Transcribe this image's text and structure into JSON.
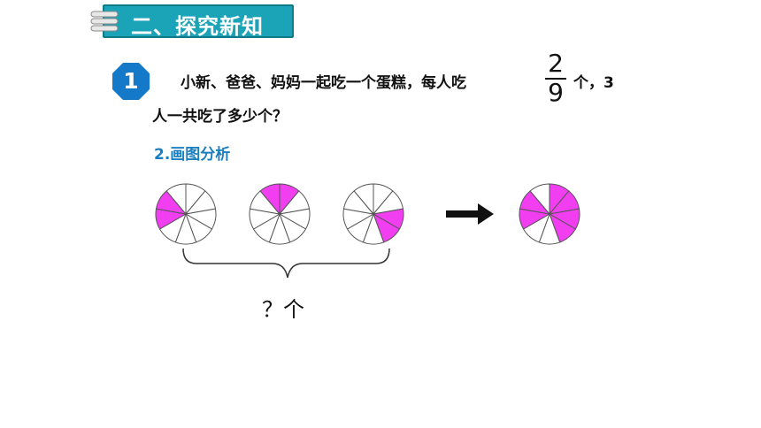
{
  "header": {
    "title": "二、探究新知"
  },
  "question": {
    "number": "1",
    "line1": "小新、爸爸、妈妈一起吃一个蛋糕，每人吃",
    "fraction_numerator": "2",
    "fraction_denominator": "9",
    "line1_tail": "个，3",
    "line2": "人一共吃了多少个？"
  },
  "section_label": "2.画图分析",
  "answer_label": "？个",
  "colors": {
    "accent": "#1ba4b7",
    "badge": "#1479c8",
    "fill": "#f03ef0",
    "subhead": "#1a7fc0"
  },
  "diagram": {
    "slices_per_cake": 9,
    "cakes": [
      {
        "shaded": [
          6,
          7
        ]
      },
      {
        "shaded": [
          0,
          8
        ]
      },
      {
        "shaded": [
          2,
          3
        ]
      }
    ],
    "result": {
      "shaded": [
        0,
        1,
        2,
        3,
        6,
        7
      ]
    }
  }
}
